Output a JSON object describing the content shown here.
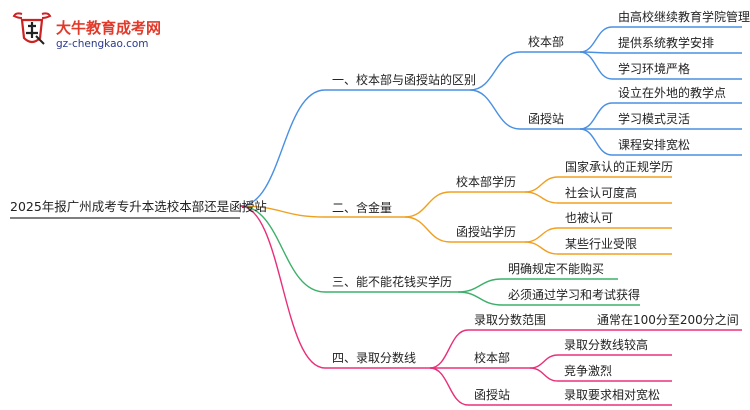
{
  "logo": {
    "site_name": "大牛教育成考网",
    "url": "gz-chengkao.com",
    "mark_text": "大牛"
  },
  "root": "2025年报广州成考专升本选校本部还是函授站",
  "colors": {
    "branch1": "#4a90e2",
    "branch2": "#f0a020",
    "branch3": "#3cb06a",
    "branch4": "#e8307a"
  },
  "branches": [
    {
      "label": "一、校本部与函授站的区别",
      "children": [
        {
          "label": "校本部",
          "children": [
            "由高校继续教育学院管理",
            "提供系统教学安排",
            "学习环境严格"
          ]
        },
        {
          "label": "函授站",
          "children": [
            "设立在外地的教学点",
            "学习模式灵活",
            "课程安排宽松"
          ]
        }
      ]
    },
    {
      "label": "二、含金量",
      "children": [
        {
          "label": "校本部学历",
          "children": [
            "国家承认的正规学历",
            "社会认可度高"
          ]
        },
        {
          "label": "函授站学历",
          "children": [
            "也被认可",
            "某些行业受限"
          ]
        }
      ]
    },
    {
      "label": "三、能不能花钱买学历",
      "children": [
        {
          "label": "明确规定不能购买",
          "children": []
        },
        {
          "label": "必须通过学习和考试获得",
          "children": []
        }
      ]
    },
    {
      "label": "四、录取分数线",
      "children": [
        {
          "label": "录取分数范围",
          "children": [
            "通常在100分至200分之间"
          ]
        },
        {
          "label": "校本部",
          "children": [
            "录取分数线较高",
            "竞争激烈"
          ]
        },
        {
          "label": "函授站",
          "children": [
            "录取要求相对宽松"
          ]
        }
      ]
    }
  ]
}
